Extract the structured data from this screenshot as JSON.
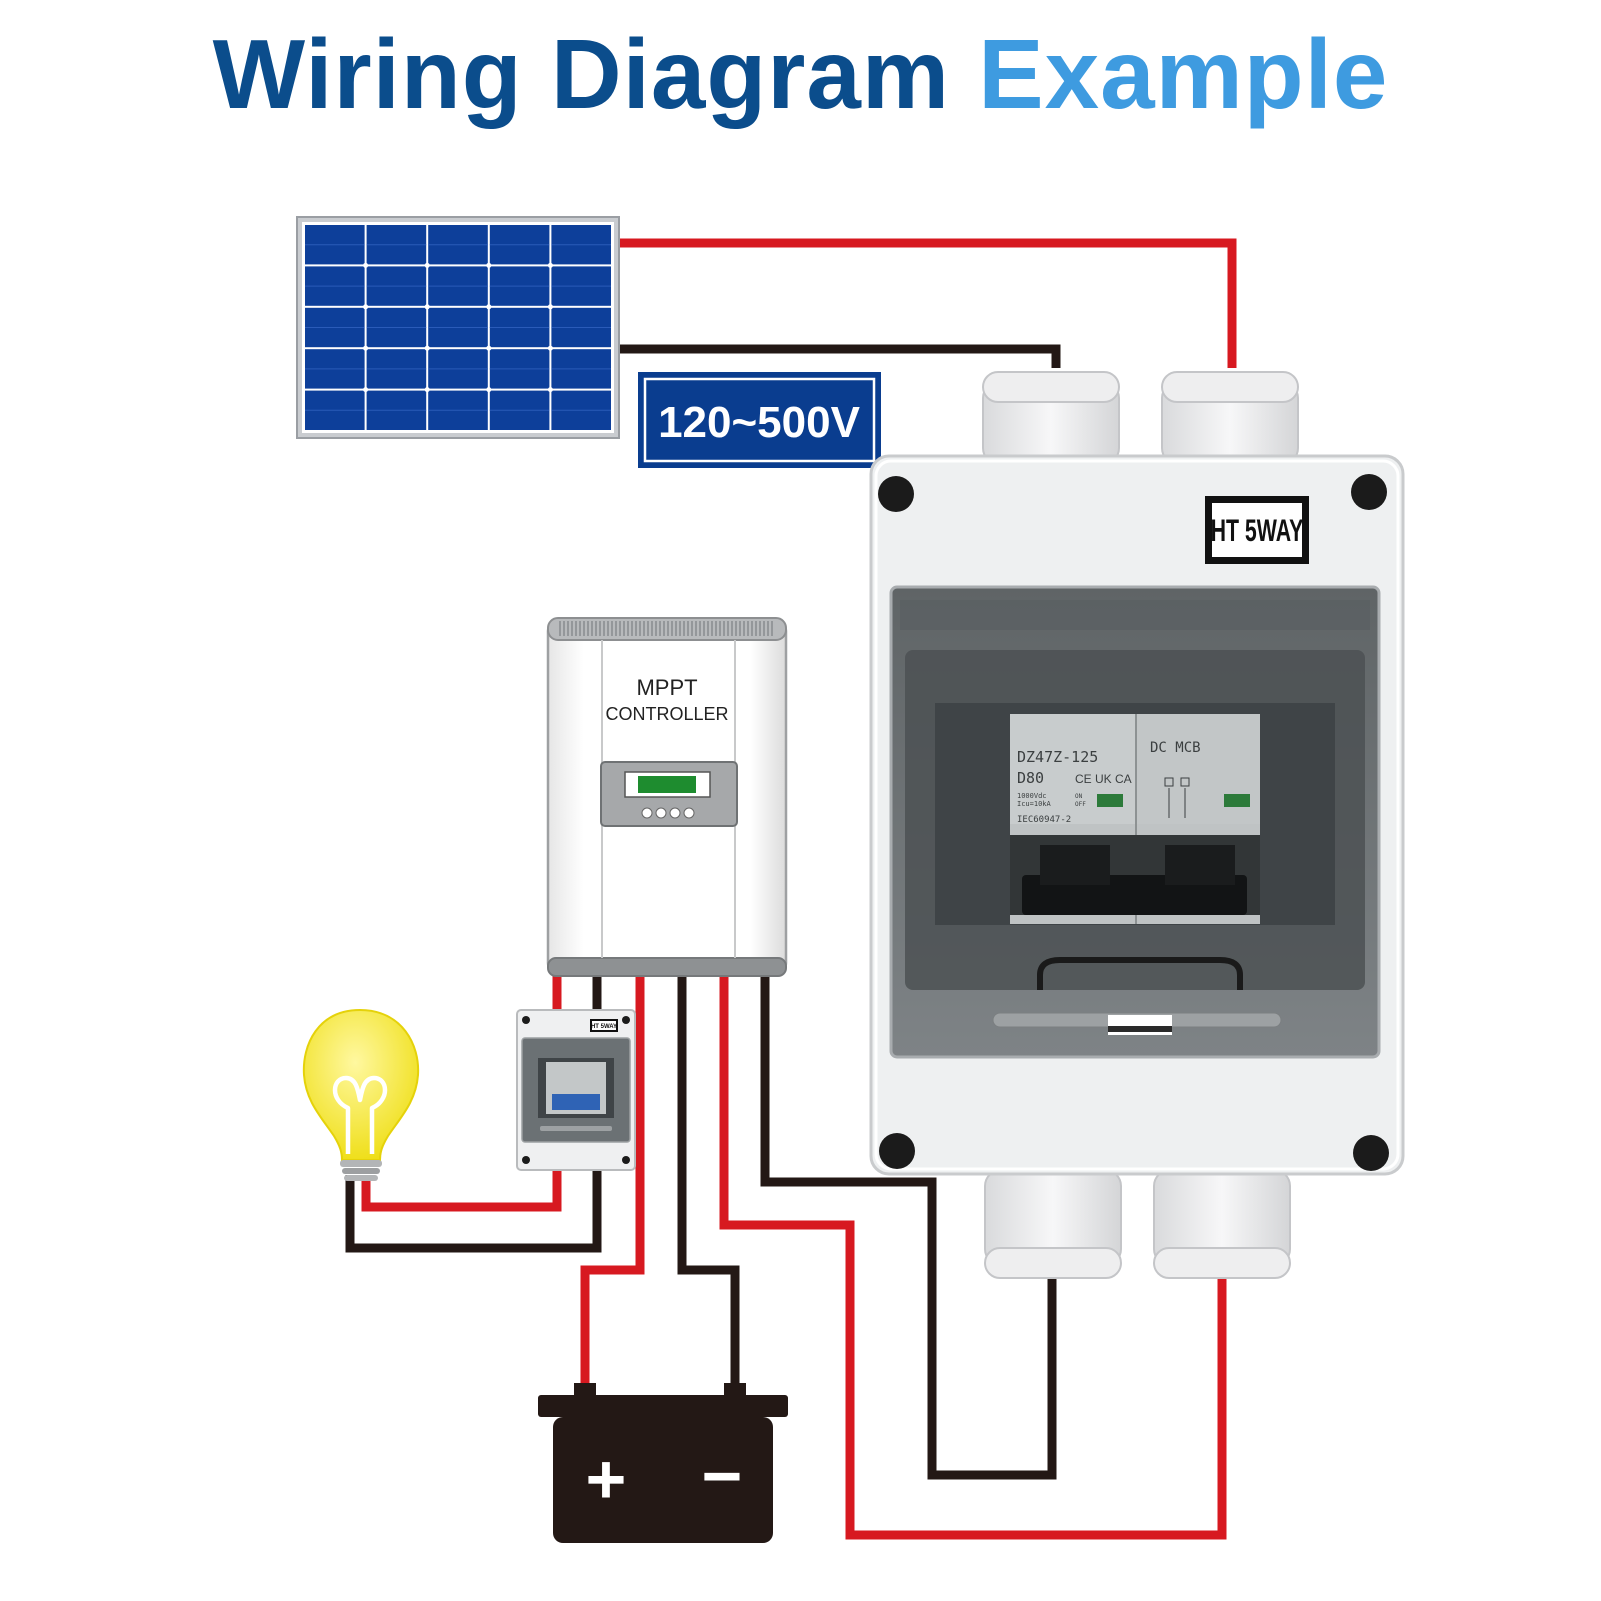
{
  "title": {
    "part1": "Wiring Diagram",
    "part2": "Example"
  },
  "voltage_badge": "120~500V",
  "controller": {
    "line1": "MPPT",
    "line2": "CONTROLLER"
  },
  "combiner_box": {
    "brand_label": "HT 5WAY",
    "breaker_model": "DZ47Z-125",
    "breaker_rating": "D80",
    "breaker_type": "DC MCB",
    "breaker_spec1": "1000Vdc",
    "breaker_spec2": "Icu=10kA",
    "breaker_standard": "IEC60947-2",
    "on_label": "ON",
    "off_label": "OFF"
  },
  "small_box_label": "HT 5WAY",
  "battery": {
    "plus": "+",
    "minus": "−"
  },
  "colors": {
    "title_dark": "#0b4d8c",
    "title_light": "#3e9be0",
    "wire_red": "#d71920",
    "wire_black": "#231815",
    "panel_blue": "#0d3f9a",
    "badge_blue": "#0a3d8f",
    "bulb_yellow": "#f2e52a"
  },
  "icons": [
    "solar-panel-icon",
    "mppt-controller-icon",
    "light-bulb-icon",
    "battery-icon",
    "combiner-box-icon"
  ]
}
